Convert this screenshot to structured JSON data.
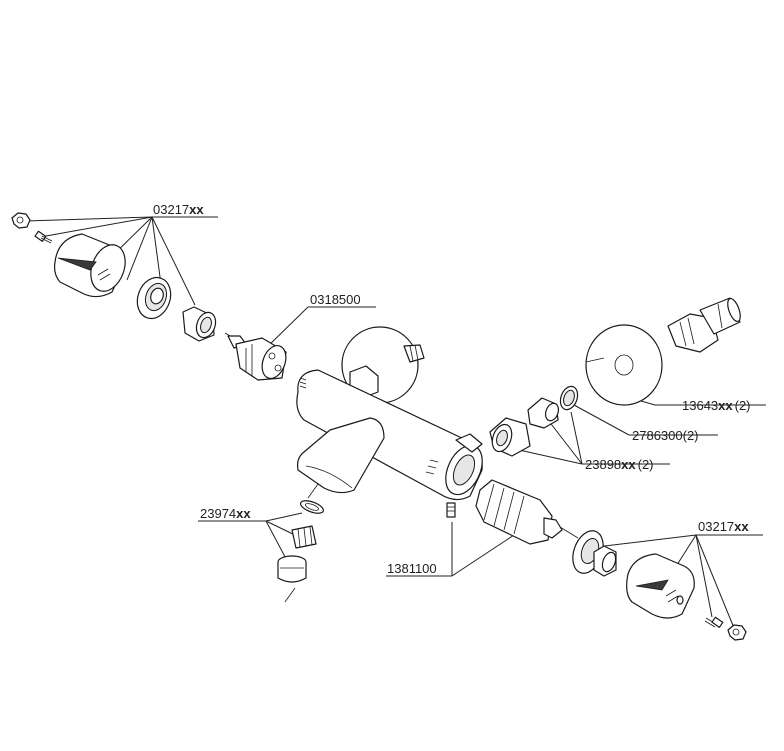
{
  "labels": {
    "handle_top": {
      "num": "03217",
      "suffix": "xx"
    },
    "cartridge": {
      "num": "0318500"
    },
    "rosette": {
      "num": "13643",
      "suffix": "xx",
      "qty": "(2)"
    },
    "filter": {
      "num": "2786300",
      "qty": "(2)"
    },
    "connector_set": {
      "num": "23898",
      "suffix": "xx",
      "qty": "(2)"
    },
    "aerator": {
      "num": "23974",
      "suffix": "xx"
    },
    "handle_bottom": {
      "num": "03217",
      "suffix": "xx"
    },
    "thermo": {
      "num": "1381100"
    }
  }
}
